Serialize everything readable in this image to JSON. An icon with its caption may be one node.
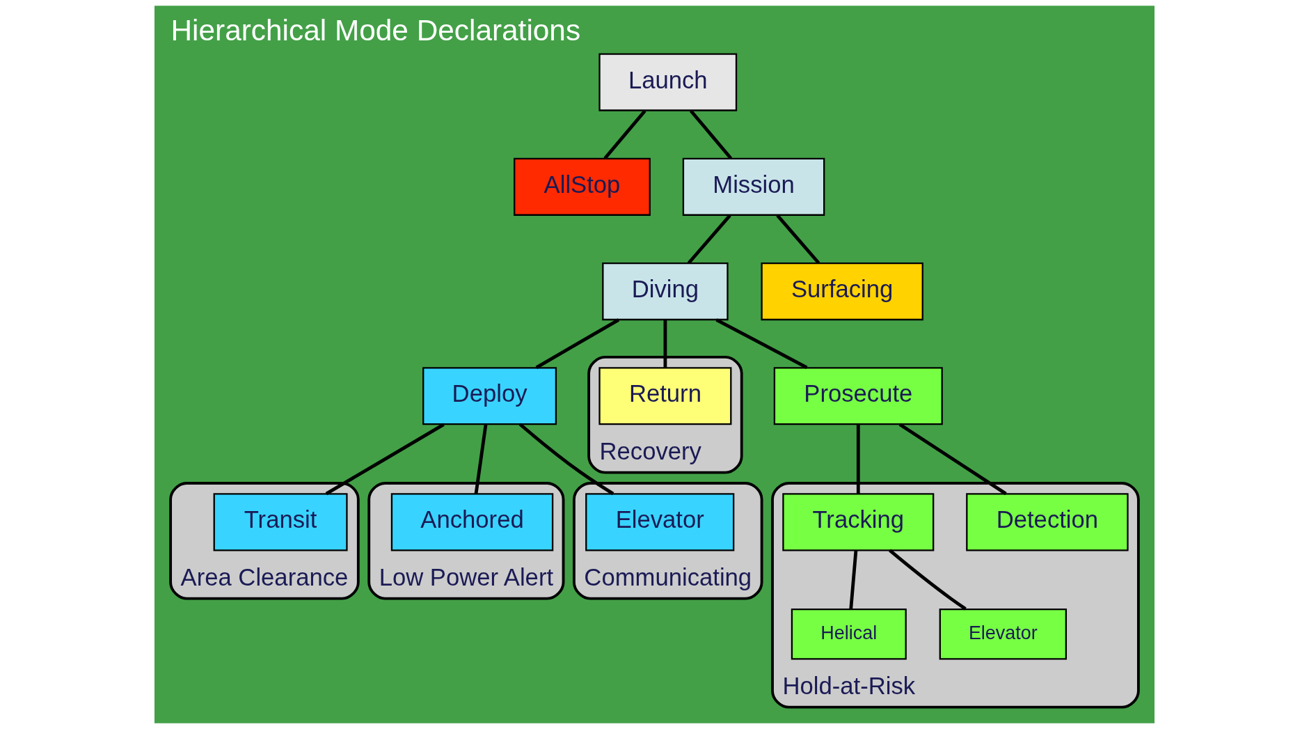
{
  "diagram": {
    "title": "Hierarchical Mode Declarations",
    "nodes": [
      {
        "text": [
          "Launch"
        ]
      },
      {
        "text": [
          "AllStop"
        ]
      },
      {
        "text": [
          "Mission"
        ]
      },
      {
        "text": [
          "Diving"
        ]
      },
      {
        "text": [
          "Surfacing"
        ]
      },
      {
        "text": [
          "Deploy"
        ]
      },
      {
        "text": [
          "Recovery"
        ]
      },
      {
        "text": [
          "Return"
        ],
        "in": 6
      },
      {
        "text": [
          "Prosecute"
        ]
      },
      {
        "text": [
          "Area Clearance"
        ]
      },
      {
        "text": [
          "Transit"
        ],
        "in": 9
      },
      {
        "text": [
          "Low Power Alert"
        ]
      },
      {
        "text": [
          "Anchored"
        ],
        "in": 11
      },
      {
        "text": [
          "Communicating"
        ]
      },
      {
        "text": [
          "Elevator"
        ],
        "in": 13
      },
      {
        "text": [
          "Hold-at-Risk"
        ]
      },
      {
        "text": [
          "Detection"
        ],
        "in": 15
      },
      {
        "text": [
          "Tracking"
        ],
        "in": 15
      },
      {
        "text": [
          "Helical"
        ],
        "in": 15
      },
      {
        "text": [
          "Elevator"
        ],
        "in": 15
      }
    ],
    "edges": [
      {
        "from": 0,
        "to": 1,
        "arrow": "none"
      },
      {
        "from": 0,
        "to": 2,
        "arrow": "none"
      },
      {
        "from": 2,
        "to": 3,
        "arrow": "none"
      },
      {
        "from": 2,
        "to": 4,
        "arrow": "none"
      },
      {
        "from": 3,
        "to": 5,
        "arrow": "none"
      },
      {
        "from": 3,
        "to": 7,
        "arrow": "none"
      },
      {
        "from": 3,
        "to": 8,
        "arrow": "none"
      },
      {
        "from": 5,
        "to": 10,
        "arrow": "none"
      },
      {
        "from": 5,
        "to": 12,
        "arrow": "none"
      },
      {
        "from": 5,
        "to": 14,
        "arrow": "none"
      },
      {
        "from": 8,
        "to": 16,
        "arrow": "none"
      },
      {
        "from": 8,
        "to": 17,
        "arrow": "none"
      },
      {
        "from": 17,
        "to": 18,
        "arrow": "none"
      },
      {
        "from": 17,
        "to": 19,
        "arrow": "none"
      }
    ]
  }
}
